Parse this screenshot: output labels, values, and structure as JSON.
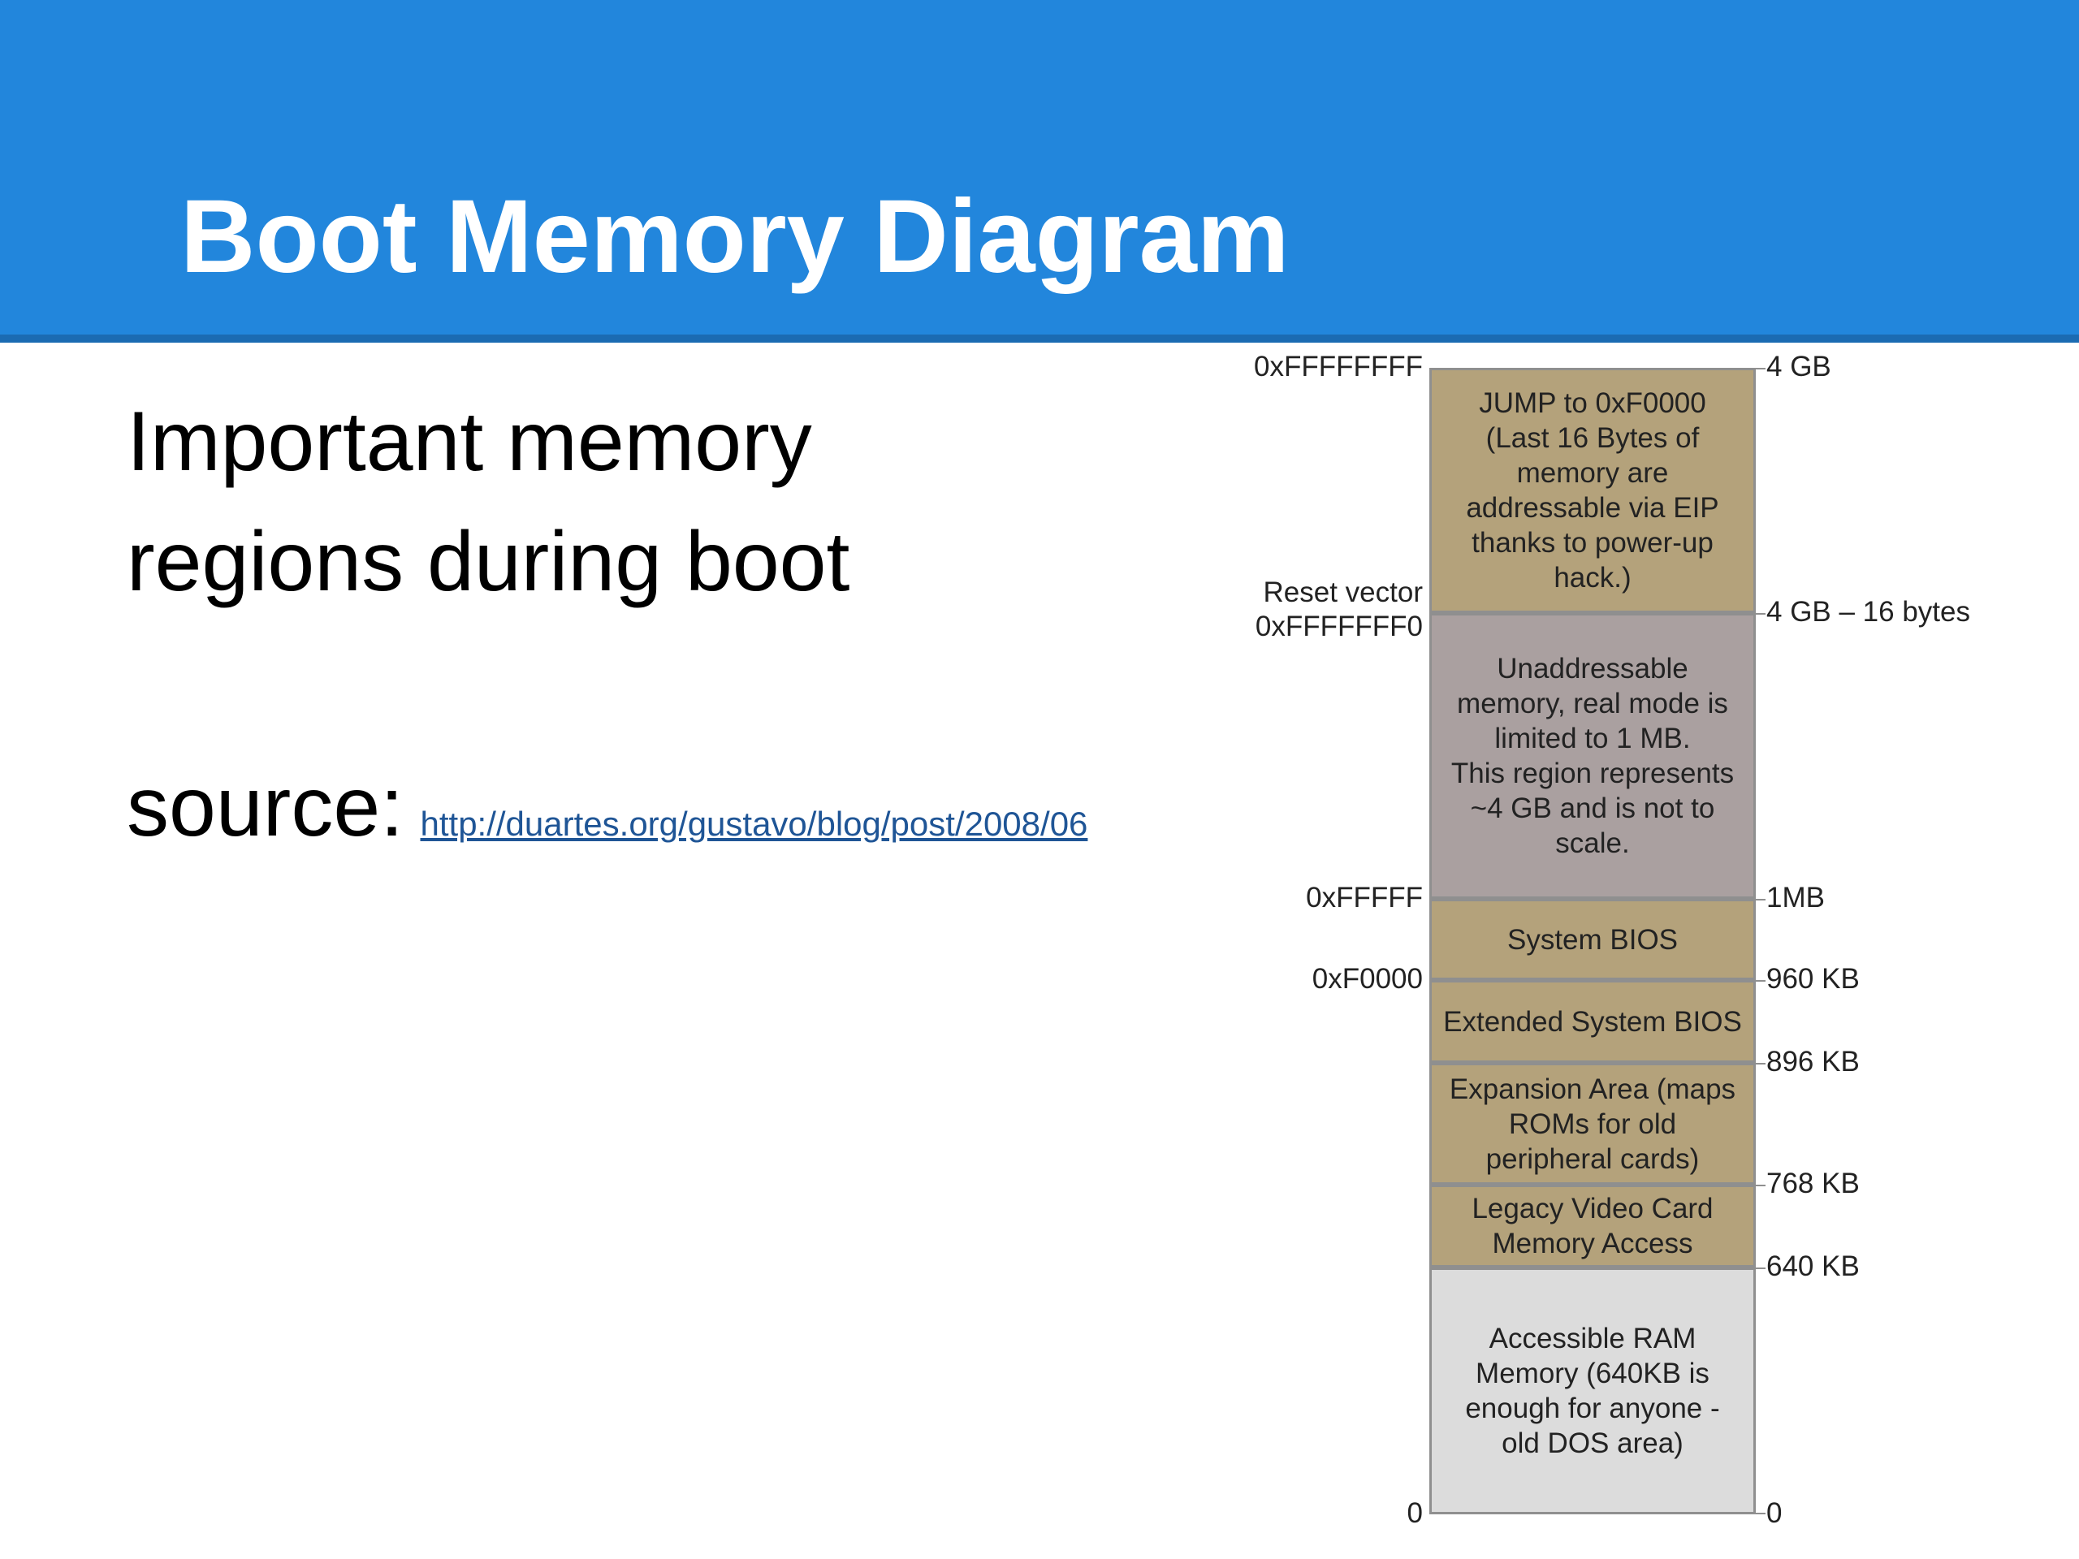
{
  "title": "Boot Memory Diagram",
  "body": {
    "line1": "Important memory",
    "line2": "regions during boot",
    "source_label": "source:",
    "source_link": "http://duartes.org/gustavo/blog/post/2008/06"
  },
  "colors": {
    "header": "#2286dc",
    "rom_region": "#b4a27b",
    "unaddressable_region": "#aaa0a0",
    "ram_region": "#dcdcdc"
  },
  "diagram": {
    "regions": [
      {
        "label": "JUMP to 0xF0000\n(Last 16 Bytes of\nmemory are\naddressable via EIP\nthanks to power-up\nhack.)",
        "color": "#b4a27b"
      },
      {
        "label": "Unaddressable\nmemory, real mode is\nlimited to 1 MB.\nThis region represents\n~4 GB and is not to\nscale.",
        "color": "#aaa0a0"
      },
      {
        "label": "System BIOS",
        "color": "#b4a27b"
      },
      {
        "label": "Extended System BIOS",
        "color": "#b4a27b"
      },
      {
        "label": "Expansion Area (maps\nROMs for old\nperipheral cards)",
        "color": "#b4a27b"
      },
      {
        "label": "Legacy Video Card\nMemory Access",
        "color": "#b4a27b"
      },
      {
        "label": "Accessible RAM\nMemory (640KB is\nenough for anyone -\nold DOS area)",
        "color": "#dcdcdc"
      }
    ],
    "left_labels": [
      "0xFFFFFFFF",
      "Reset vector\n0xFFFFFFF0",
      "0xFFFFF",
      "0xF0000",
      "0"
    ],
    "right_labels": [
      "4 GB",
      "4 GB – 16 bytes",
      "1MB",
      "960 KB",
      "896 KB",
      "768 KB",
      "640 KB",
      "0"
    ]
  }
}
